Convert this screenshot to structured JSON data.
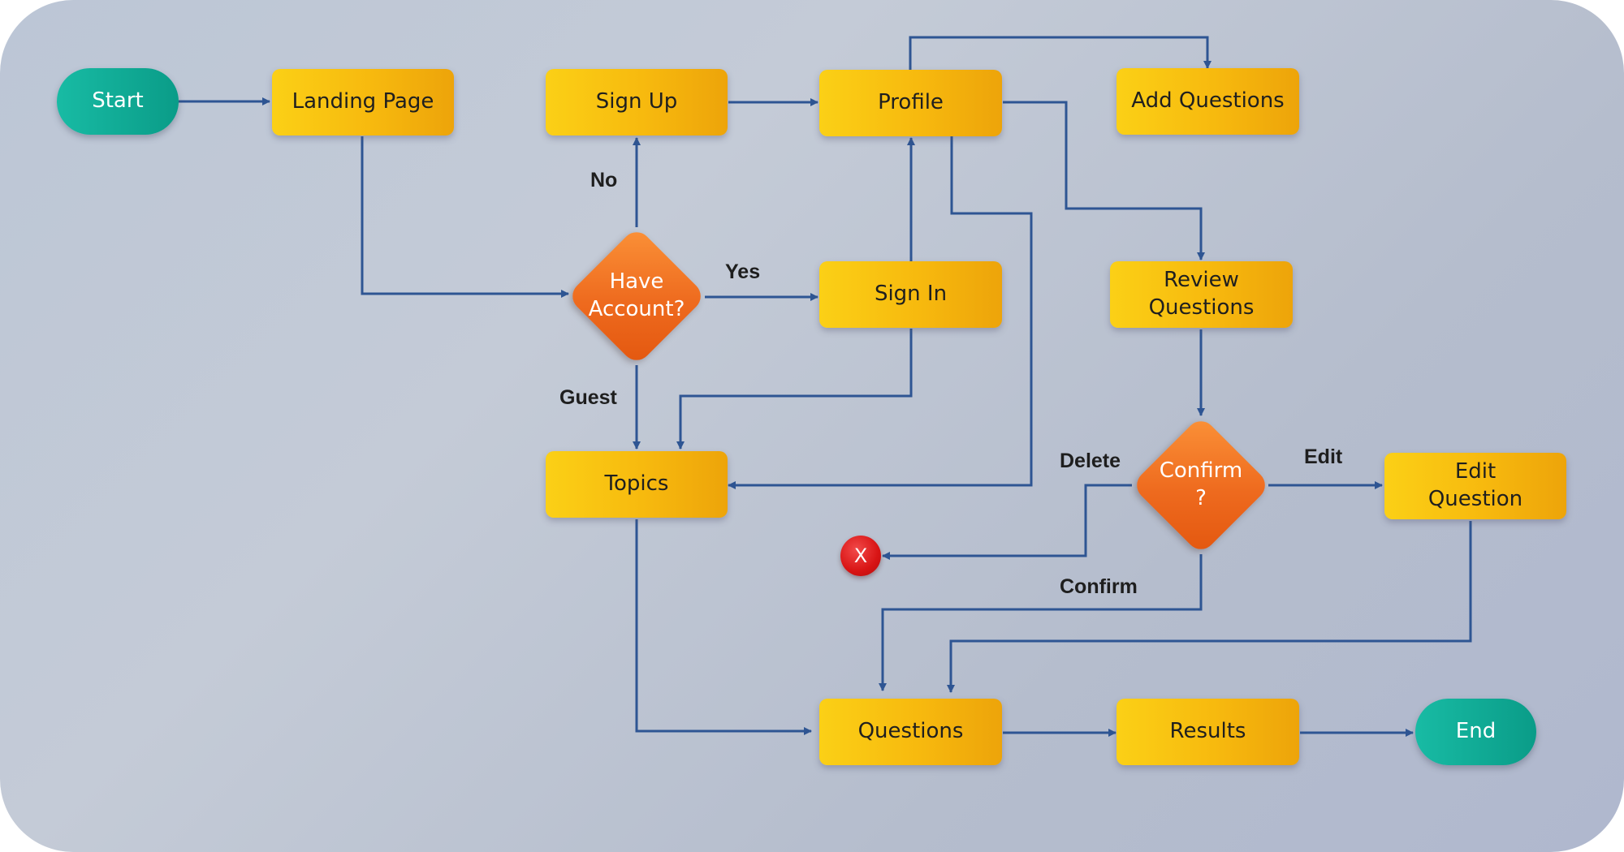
{
  "nodes": {
    "start": "Start",
    "landing_page": "Landing Page",
    "sign_up": "Sign Up",
    "profile": "Profile",
    "add_questions": "Add Questions",
    "have_account": "Have Account?",
    "sign_in": "Sign In",
    "review_questions": "Review Questions",
    "topics": "Topics",
    "confirm_decision": "Confirm ?",
    "edit_question": "Edit Question",
    "delete_marker": "X",
    "questions": "Questions",
    "results": "Results",
    "end": "End"
  },
  "edge_labels": {
    "no": "No",
    "yes": "Yes",
    "guest": "Guest",
    "delete": "Delete",
    "edit": "Edit",
    "confirm": "Confirm"
  },
  "colors": {
    "process": "#f7b90e",
    "terminal": "#0fa893",
    "decision": "#ee6a1e",
    "connector": "#2e5593",
    "delete_marker": "#d81414"
  }
}
